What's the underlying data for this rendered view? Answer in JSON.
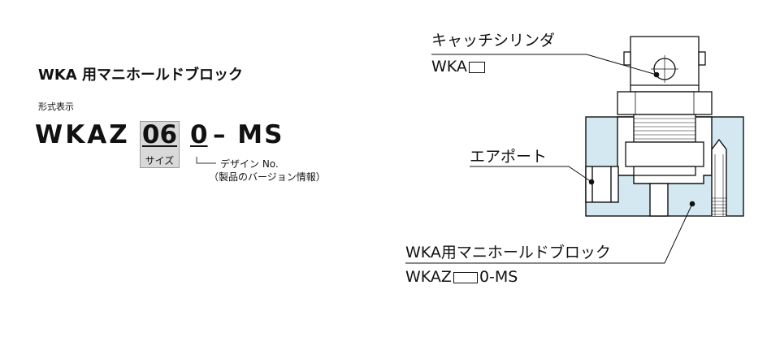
{
  "title": "WKA 用マニホールドブロック",
  "format_label": "形式表示",
  "model_code": {
    "prefix": "WKAZ",
    "size_code": "06",
    "size_label": "サイズ",
    "design_code": "0",
    "suffix": "– MS",
    "design_label": "デザイン No.",
    "design_note": "（製品のバージョン情報）"
  },
  "diagram": {
    "cylinder_label": "キャッチシリンダ",
    "cylinder_model": "WKA",
    "air_port_label": "エアポート",
    "block_label": "WKA用マニホールドブロック",
    "block_model_prefix": "WKAZ",
    "block_model_suffix": "0-MS"
  },
  "colors": {
    "block_fill": "#d3e8f0",
    "size_box_fill": "#d9d9d9",
    "line": "#111111"
  }
}
